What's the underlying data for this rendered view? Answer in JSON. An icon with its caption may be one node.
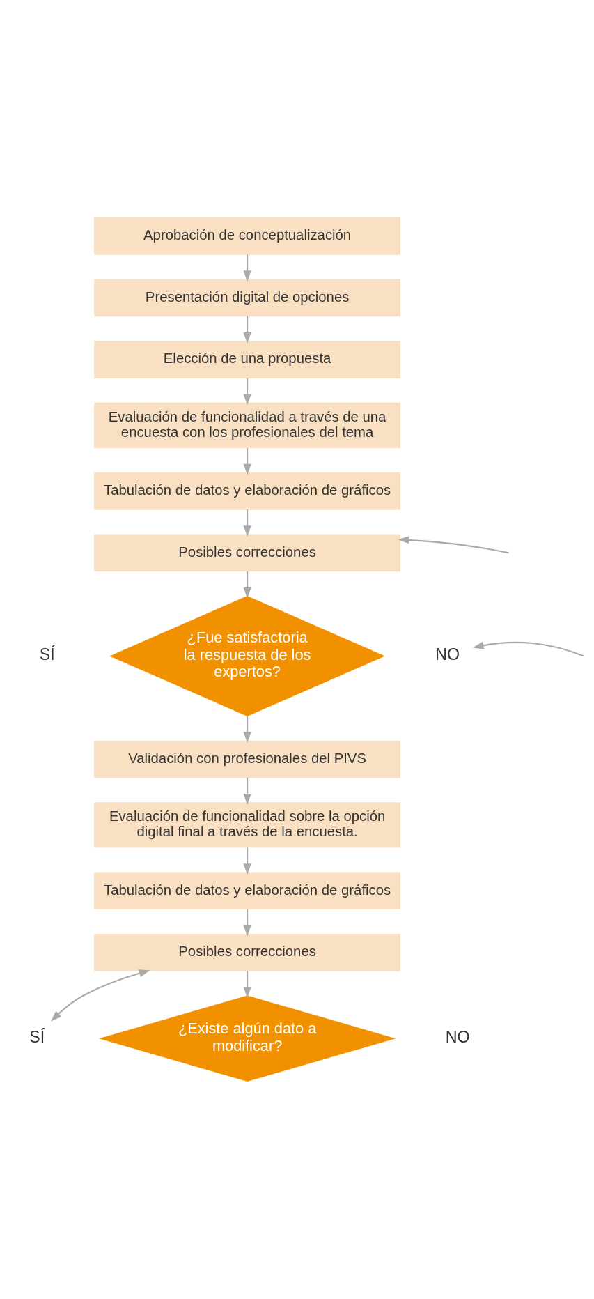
{
  "diagram": {
    "nodes": [
      {
        "text": [
          "Aprobación de conceptualización"
        ]
      },
      {
        "text": [
          "Presentación digital de opciones"
        ]
      },
      {
        "text": [
          "Elección de una propuesta"
        ]
      },
      {
        "text": [
          "Evaluación de funcionalidad a través de una encuesta con los profesionales del tema"
        ]
      },
      {
        "text": [
          "Tabulación de datos y elaboración de gráficos"
        ]
      },
      {
        "text": [
          "Posibles correcciones"
        ]
      },
      {
        "text": [
          "¿Fue satisfactoria la respuesta de los expertos?"
        ]
      },
      {
        "text": [
          "SÍ"
        ]
      },
      {
        "text": [
          "NO"
        ]
      },
      {
        "text": [
          "Validación con profesionales del PIVS"
        ]
      },
      {
        "text": [
          "Evaluación de funcionalidad sobre la opción digital final a través de la encuesta."
        ]
      },
      {
        "text": [
          "Tabulación de datos y elaboración de gráficos"
        ]
      },
      {
        "text": [
          "Posibles correcciones"
        ]
      },
      {
        "text": [
          "¿Existe algún dato a modificar?"
        ]
      },
      {
        "text": [
          "SÍ"
        ]
      },
      {
        "text": [
          "NO"
        ]
      }
    ],
    "edges": [
      {
        "from": 0,
        "to": 1,
        "arrow": "to"
      },
      {
        "from": 1,
        "to": 2,
        "arrow": "to"
      },
      {
        "from": 2,
        "to": 3,
        "arrow": "to"
      },
      {
        "from": 3,
        "to": 4,
        "arrow": "to"
      },
      {
        "from": 4,
        "to": 5,
        "arrow": "to"
      },
      {
        "from": null,
        "to": 5,
        "arrow": "to"
      },
      {
        "from": 5,
        "to": 6,
        "arrow": "to"
      },
      {
        "from": null,
        "to": 8,
        "arrow": "to"
      },
      {
        "from": 6,
        "to": 9,
        "arrow": "to"
      },
      {
        "from": 9,
        "to": 10,
        "arrow": "to"
      },
      {
        "from": 10,
        "to": 11,
        "arrow": "to"
      },
      {
        "from": 11,
        "to": 12,
        "arrow": "to"
      },
      {
        "from": 12,
        "to": 13,
        "arrow": "to"
      },
      {
        "from": 14,
        "to": 12,
        "arrow": "both"
      }
    ]
  }
}
